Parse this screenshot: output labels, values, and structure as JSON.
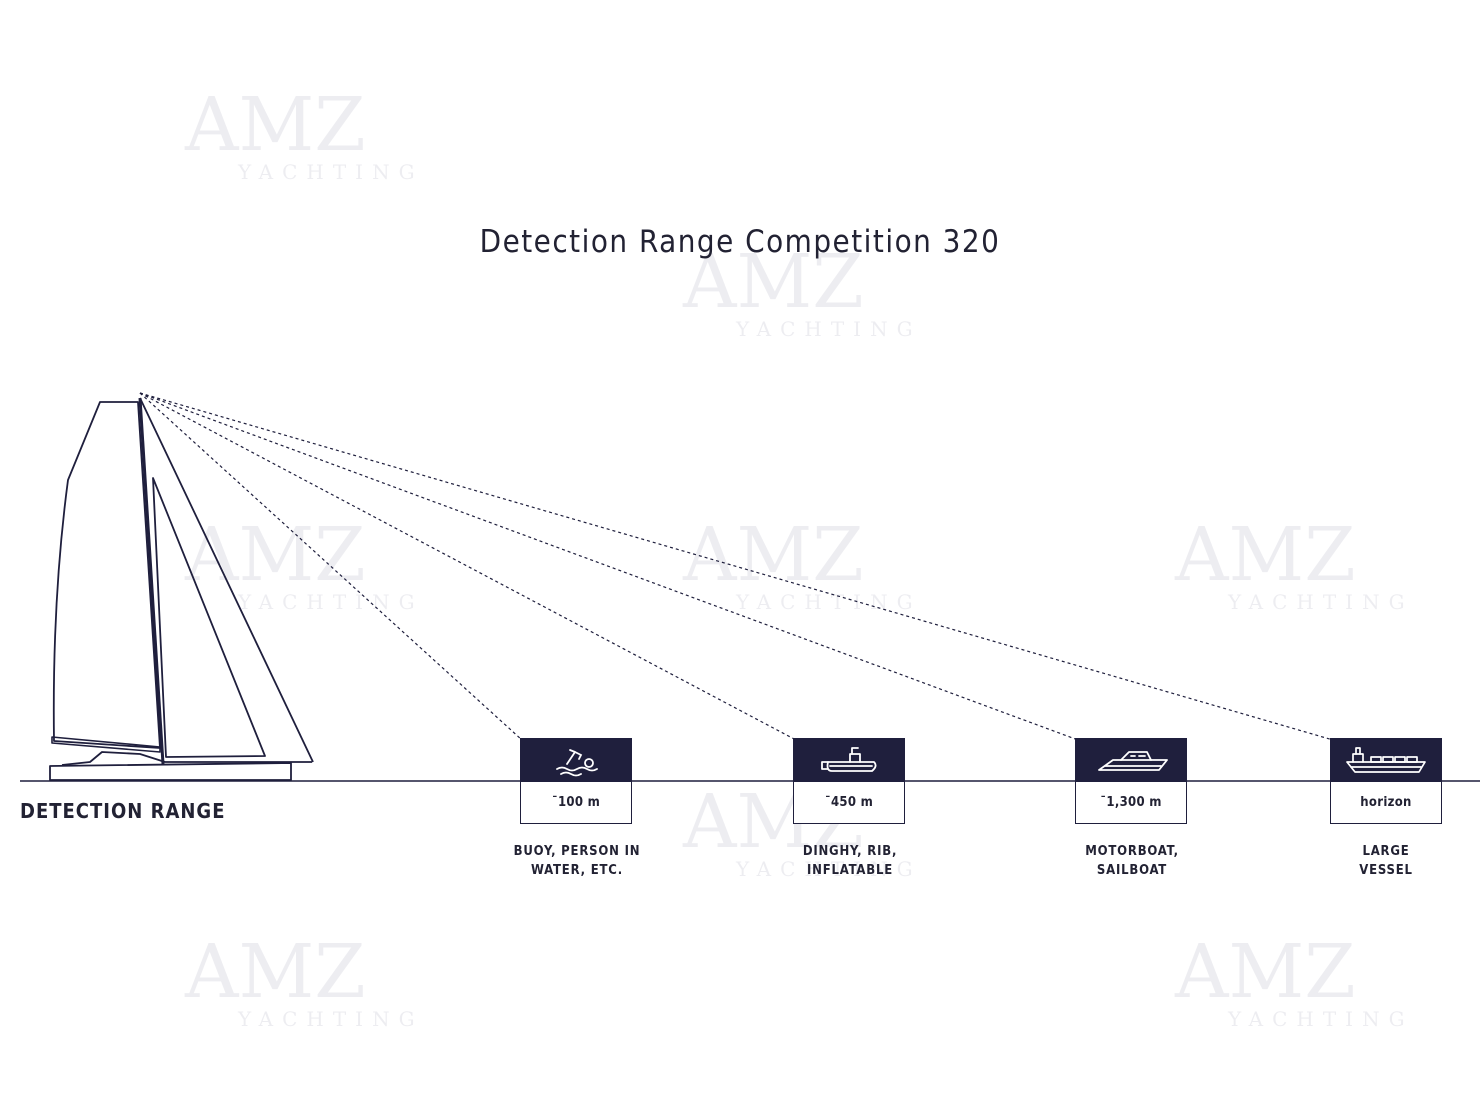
{
  "title": "Detection Range Competition 320",
  "range_label": "DETECTION RANGE",
  "targets": [
    {
      "value": "ˉ100 m",
      "caption_line1": "BUOY, PERSON IN",
      "caption_line2": "WATER, ETC.",
      "icon": "swimmer-icon"
    },
    {
      "value": "ˉ450 m",
      "caption_line1": "DINGHY, RIB,",
      "caption_line2": "INFLATABLE",
      "icon": "rib-icon"
    },
    {
      "value": "ˉ1,300 m",
      "caption_line1": "MOTORBOAT,",
      "caption_line2": "SAILBOAT",
      "icon": "motorboat-icon"
    },
    {
      "value": "horizon",
      "caption_line1": "LARGE",
      "caption_line2": "VESSEL",
      "icon": "cargo-ship-icon"
    }
  ],
  "watermark": {
    "brand": "AMZ",
    "sub": "YACHTING"
  },
  "colors": {
    "navy": "#1f1f3d",
    "ink": "#222233"
  }
}
